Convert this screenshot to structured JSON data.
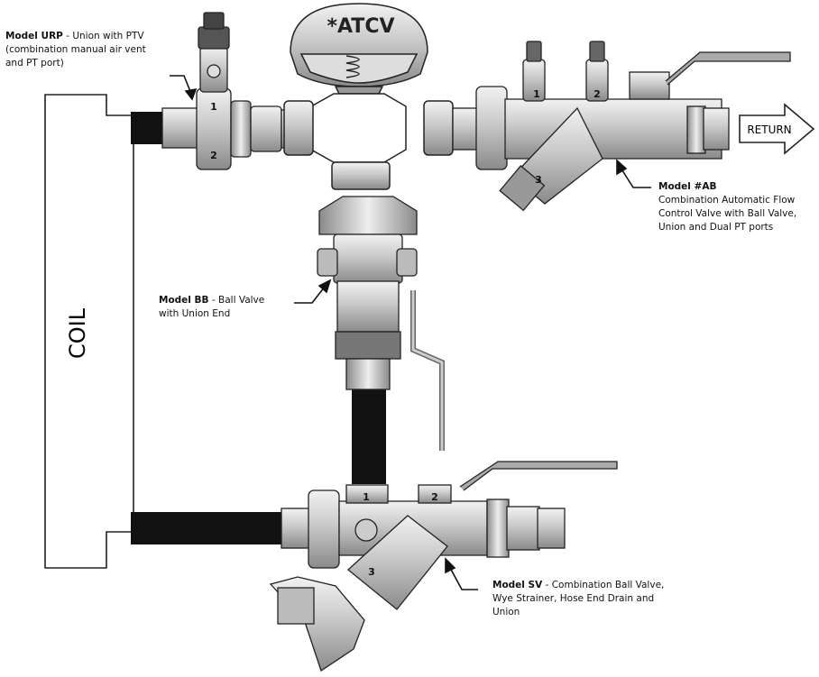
{
  "atcv": "*ATCV",
  "coil": "COIL",
  "return": "RETURN",
  "port_numbers": {
    "one": "1",
    "two": "2",
    "three": "3"
  },
  "models": {
    "urp": {
      "name": "Model URP",
      "desc_line1": " - Union with PTV",
      "desc_line2": "(combination manual air vent",
      "desc_line3": "and PT port)"
    },
    "ab": {
      "name": "Model #AB",
      "desc_line1": "Combination Automatic Flow",
      "desc_line2": "Control Valve with Ball Valve,",
      "desc_line3": "Union and Dual PT ports"
    },
    "bb": {
      "name": "Model BB",
      "desc_line1": " - Ball Valve",
      "desc_line2": "with Union End"
    },
    "sv": {
      "name": "Model SV",
      "desc_line1": " - Combination Ball Valve,",
      "desc_line2": "Wye Strainer, Hose End Drain and",
      "desc_line3": "Union"
    }
  },
  "colors": {
    "pipe": "#111111",
    "valve_body": "#c8c8c8",
    "valve_shadow": "#8a8a8a",
    "outline": "#222222",
    "background": "#ffffff"
  }
}
